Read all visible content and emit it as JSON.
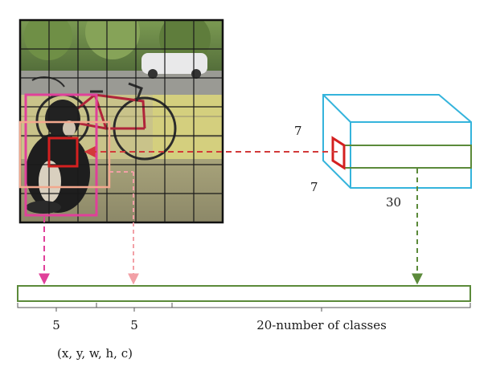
{
  "photo": {
    "grid_rows": 7,
    "grid_cols": 7,
    "subject": "dog and bicycle on porch"
  },
  "tensor": {
    "height_label": "7",
    "width_label": "7",
    "depth_label": "30"
  },
  "vector": {
    "segments": [
      {
        "label": "5",
        "sublabel": "(x, y, w, h, c)"
      },
      {
        "label": "5",
        "sublabel": ""
      },
      {
        "label": "20-number of classes",
        "sublabel": ""
      }
    ]
  },
  "colors": {
    "box_magenta": "#e0409a",
    "box_salmon": "#f2a88e",
    "cell_red": "#d42020",
    "tensor_cyan": "#35b4dc",
    "vector_green": "#5b8a3a",
    "arrow_red": "#d23a3a",
    "arrow_pink": "#f2a0a6",
    "arrow_green": "#5b8a3a"
  }
}
